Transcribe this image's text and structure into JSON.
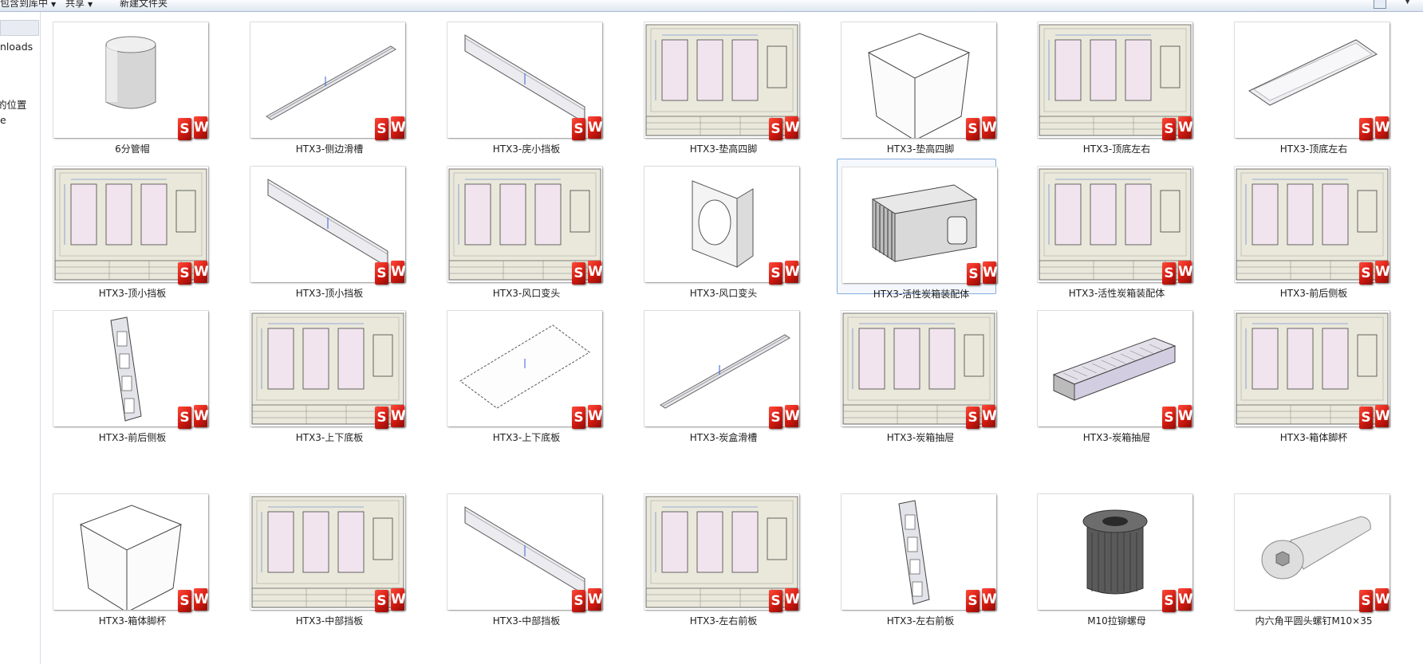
{
  "toolbar": {
    "include_library": "包含到库中",
    "share": "共享",
    "new_folder": "新建文件夹"
  },
  "nav": {
    "items": [
      "nloads",
      "的位置",
      "e"
    ]
  },
  "files": [
    {
      "name": "6分管帽",
      "kind": "part-cap",
      "selected": false
    },
    {
      "name": "HTX3-侧边滑槽",
      "kind": "part-rail",
      "selected": false
    },
    {
      "name": "HTX3-庑小挡板",
      "kind": "part-plate",
      "selected": false
    },
    {
      "name": "HTX3-垫高四脚",
      "kind": "drawing",
      "selected": false
    },
    {
      "name": "HTX3-垫高四脚",
      "kind": "part-leg",
      "selected": false
    },
    {
      "name": "HTX3-顶底左右",
      "kind": "drawing",
      "selected": false
    },
    {
      "name": "HTX3-顶底左右",
      "kind": "part-tray",
      "selected": false
    },
    {
      "name": "HTX3-顶小挡板",
      "kind": "drawing",
      "selected": false
    },
    {
      "name": "HTX3-顶小挡板",
      "kind": "part-plate",
      "selected": false
    },
    {
      "name": "HTX3-风口变头",
      "kind": "drawing",
      "selected": false
    },
    {
      "name": "HTX3-风口变头",
      "kind": "part-hood",
      "selected": false
    },
    {
      "name": "HTX3-活性炭箱装配体",
      "kind": "part-assembly",
      "selected": true
    },
    {
      "name": "HTX3-活性炭箱装配体",
      "kind": "drawing",
      "selected": false
    },
    {
      "name": "HTX3-前后侧板",
      "kind": "drawing",
      "selected": false
    },
    {
      "name": "HTX3-前后侧板",
      "kind": "part-frame",
      "selected": false
    },
    {
      "name": "HTX3-上下底板",
      "kind": "drawing",
      "selected": false
    },
    {
      "name": "HTX3-上下底板",
      "kind": "part-flat",
      "selected": false
    },
    {
      "name": "HTX3-炭盒滑槽",
      "kind": "part-rail",
      "selected": false
    },
    {
      "name": "HTX3-炭箱抽屉",
      "kind": "drawing",
      "selected": false
    },
    {
      "name": "HTX3-炭箱抽屉",
      "kind": "part-drawer",
      "selected": false
    },
    {
      "name": "HTX3-箱体脚杯",
      "kind": "drawing",
      "selected": false
    },
    {
      "name": "HTX3-箱体脚杯",
      "kind": "part-leg",
      "selected": false
    },
    {
      "name": "HTX3-中部挡板",
      "kind": "drawing",
      "selected": false
    },
    {
      "name": "HTX3-中部挡板",
      "kind": "part-plate",
      "selected": false
    },
    {
      "name": "HTX3-左右前板",
      "kind": "drawing",
      "selected": false
    },
    {
      "name": "HTX3-左右前板",
      "kind": "part-frame",
      "selected": false
    },
    {
      "name": "M10拉铆螺母",
      "kind": "part-nut",
      "selected": false
    },
    {
      "name": "内六角平圆头螺钉M10×35",
      "kind": "part-bolt",
      "selected": false
    }
  ],
  "badge": {
    "letters": [
      "S",
      "W"
    ]
  }
}
